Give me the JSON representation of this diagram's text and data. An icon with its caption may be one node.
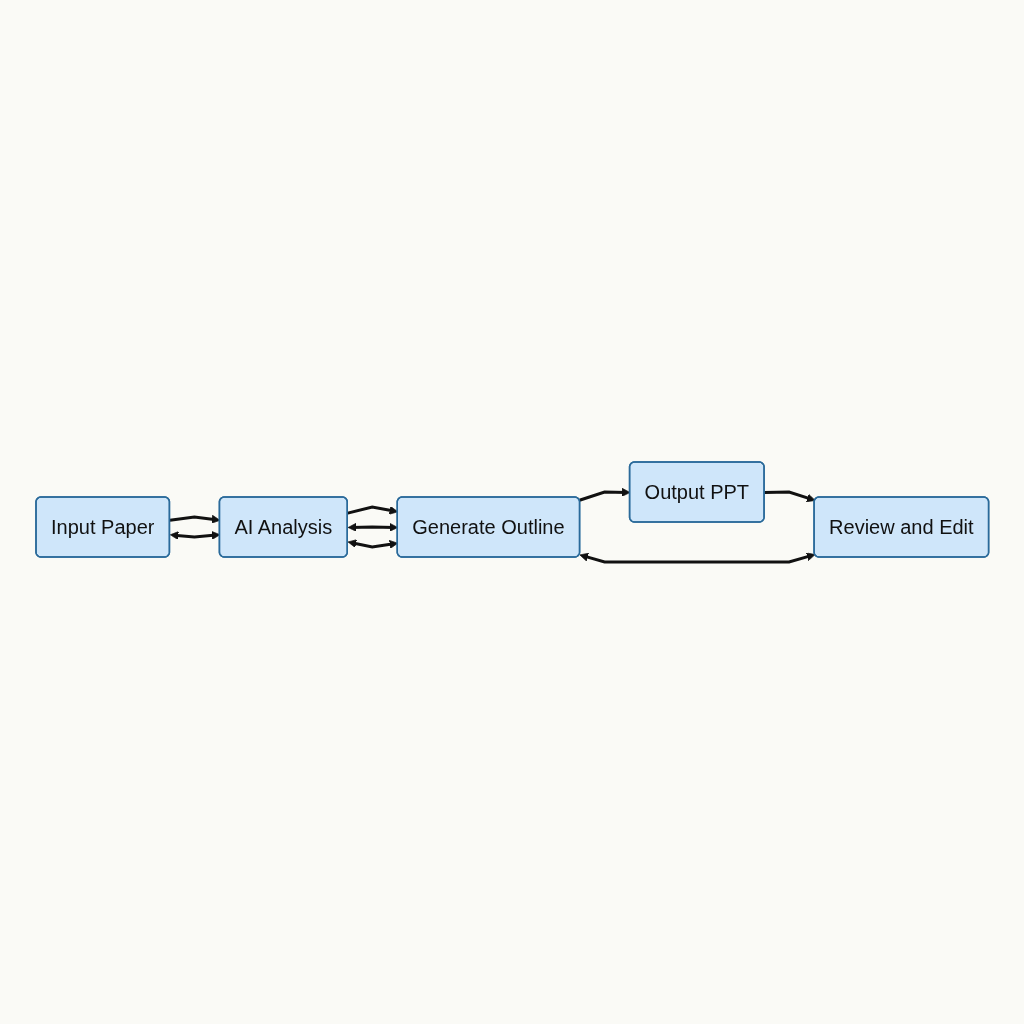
{
  "diagram": {
    "nodes": [
      {
        "text": [
          "Input Paper"
        ]
      },
      {
        "text": [
          "AI Analysis"
        ]
      },
      {
        "text": [
          "Generate Outline"
        ]
      },
      {
        "text": [
          "Output PPT"
        ]
      },
      {
        "text": [
          "Review and Edit"
        ]
      }
    ],
    "edges": [
      {
        "from": 0,
        "to": 1,
        "arrow": "to"
      },
      {
        "from": 1,
        "to": 2,
        "arrow": "to"
      },
      {
        "from": 2,
        "to": 3,
        "arrow": "to"
      },
      {
        "from": 3,
        "to": 4,
        "arrow": "to"
      },
      {
        "from": 1,
        "to": 2,
        "arrow": "both"
      },
      {
        "from": 2,
        "to": 4,
        "arrow": "both"
      },
      {
        "from": 0,
        "to": 1,
        "arrow": "both"
      },
      {
        "from": 1,
        "to": 2,
        "arrow": "both"
      }
    ]
  }
}
